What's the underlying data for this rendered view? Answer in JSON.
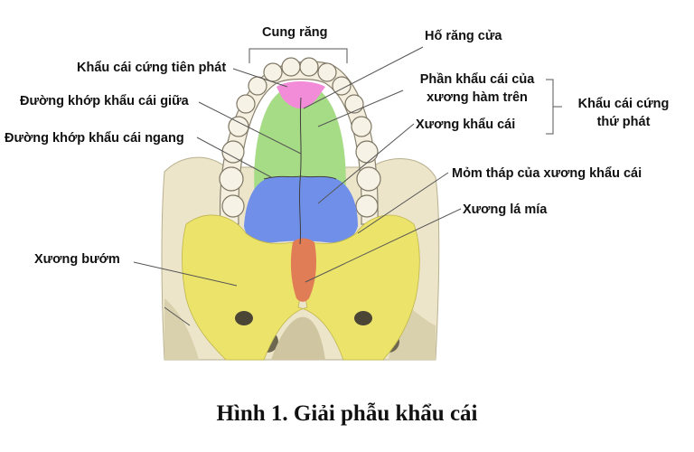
{
  "labels": {
    "cung_rang": "Cung răng",
    "ho_rang_cua": "Hố răng cửa",
    "khau_cai_cung_tien_phat": "Khẩu cái cứng tiên phát",
    "duong_khop_khau_cai_giua": "Đường khớp khẩu cái giữa",
    "phan_khau_cai_line1": "Phần khẩu cái của",
    "phan_khau_cai_line2": "xương hàm trên",
    "khau_cai_cung_thu_phat_line1": "Khẩu cái cứng",
    "khau_cai_cung_thu_phat_line2": "thứ phát",
    "xuong_khau_cai": "Xương khẩu cái",
    "duong_khop_khau_cai_ngang": "Đường khớp khẩu cái ngang",
    "mom_thap": "Mỏm tháp của xương khẩu cái",
    "xuong_la_mia": "Xương lá mía",
    "xuong_buom": "Xương bướm"
  },
  "caption": "Hình 1. Giải phẫu khẩu cái",
  "colors": {
    "bone": "#ece5c9",
    "teeth": "#f5efe0",
    "primary_palate": "#f28bd8",
    "maxilla_palatine_process": "#a7dc86",
    "palatine_bone": "#6f8fe8",
    "vomer": "#e07c56",
    "sphenoid": "#ece36a",
    "leader_line": "#555555"
  }
}
